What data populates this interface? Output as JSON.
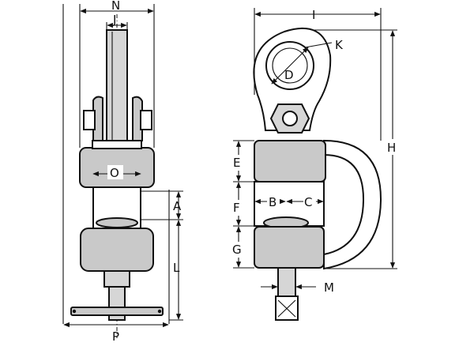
{
  "labels": {
    "N": "N",
    "J": "J",
    "O": "O",
    "A": "A",
    "L": "L",
    "P": "P",
    "I": "I",
    "K": "K",
    "D": "D",
    "H": "H",
    "E": "E",
    "B": "B",
    "C": "C",
    "F": "F",
    "G": "G",
    "M": "M"
  }
}
